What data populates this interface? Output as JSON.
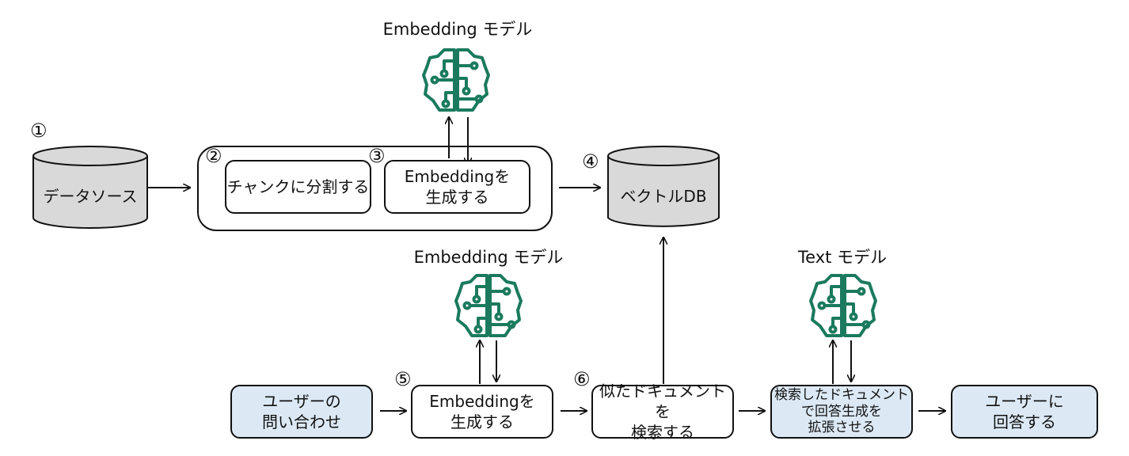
{
  "steps": {
    "n1": "①",
    "n2": "②",
    "n3": "③",
    "n4": "④",
    "n5": "⑤",
    "n6": "⑥"
  },
  "top": {
    "model_title": "Embedding モデル",
    "datasource": "データソース",
    "chunk": "チャンクに分割する",
    "embed_gen_line1": "Embeddingを",
    "embed_gen_line2": "生成する",
    "vectordb": "ベクトルDB"
  },
  "bottom": {
    "embed_model_title": "Embedding モデル",
    "text_model_title": "Text モデル",
    "query_line1": "ユーザーの",
    "query_line2": "問い合わせ",
    "embed_gen_line1": "Embeddingを",
    "embed_gen_line2": "生成する",
    "search_line1": "似たドキュメントを",
    "search_line2": "検索する",
    "augment_line1": "検索したドキュメント",
    "augment_line2": "で回答生成を",
    "augment_line3": "拡張させる",
    "answer_line1": "ユーザーに",
    "answer_line2": "回答する"
  },
  "colors": {
    "brain": "#1b7a5e",
    "blue_box": "#dce9f5",
    "cylinder": "#d9d9d9",
    "stroke": "#111111"
  }
}
